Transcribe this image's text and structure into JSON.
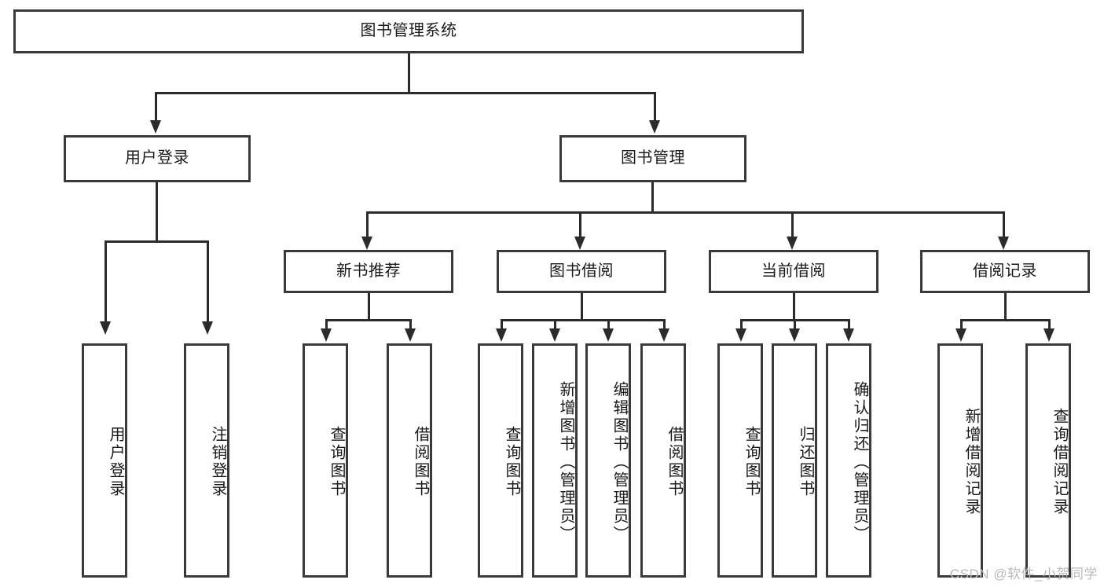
{
  "diagram": {
    "title": "图书管理系统",
    "type": "tree-hierarchy",
    "background_color": "#ffffff",
    "node_border_color": "#3a3a3a",
    "edge_color": "#2b2b2b",
    "text_color": "#1a1a1a"
  },
  "root": {
    "label": "图书管理系统"
  },
  "level1": [
    {
      "label": "用户登录"
    },
    {
      "label": "图书管理"
    }
  ],
  "level2": [
    {
      "label": "新书推荐"
    },
    {
      "label": "图书借阅"
    },
    {
      "label": "当前借阅"
    },
    {
      "label": "借阅记录"
    }
  ],
  "leaves": {
    "user_login": [
      {
        "label": "用户登录"
      },
      {
        "label": "注销登录"
      }
    ],
    "new_book_recommend": [
      {
        "label": "查询图书"
      },
      {
        "label": "借阅图书"
      }
    ],
    "book_borrow": [
      {
        "label": "查询图书"
      },
      {
        "label": "新增图书（管理员）"
      },
      {
        "label": "编辑图书（管理员）"
      },
      {
        "label": "借阅图书"
      }
    ],
    "current_borrow": [
      {
        "label": "查询图书"
      },
      {
        "label": "归还图书"
      },
      {
        "label": "确认归还（管理员）"
      }
    ],
    "borrow_record": [
      {
        "label": "新增借阅记录"
      },
      {
        "label": "查询借阅记录"
      }
    ]
  },
  "watermark": {
    "text": "CSDN @软件_小贺同学"
  }
}
